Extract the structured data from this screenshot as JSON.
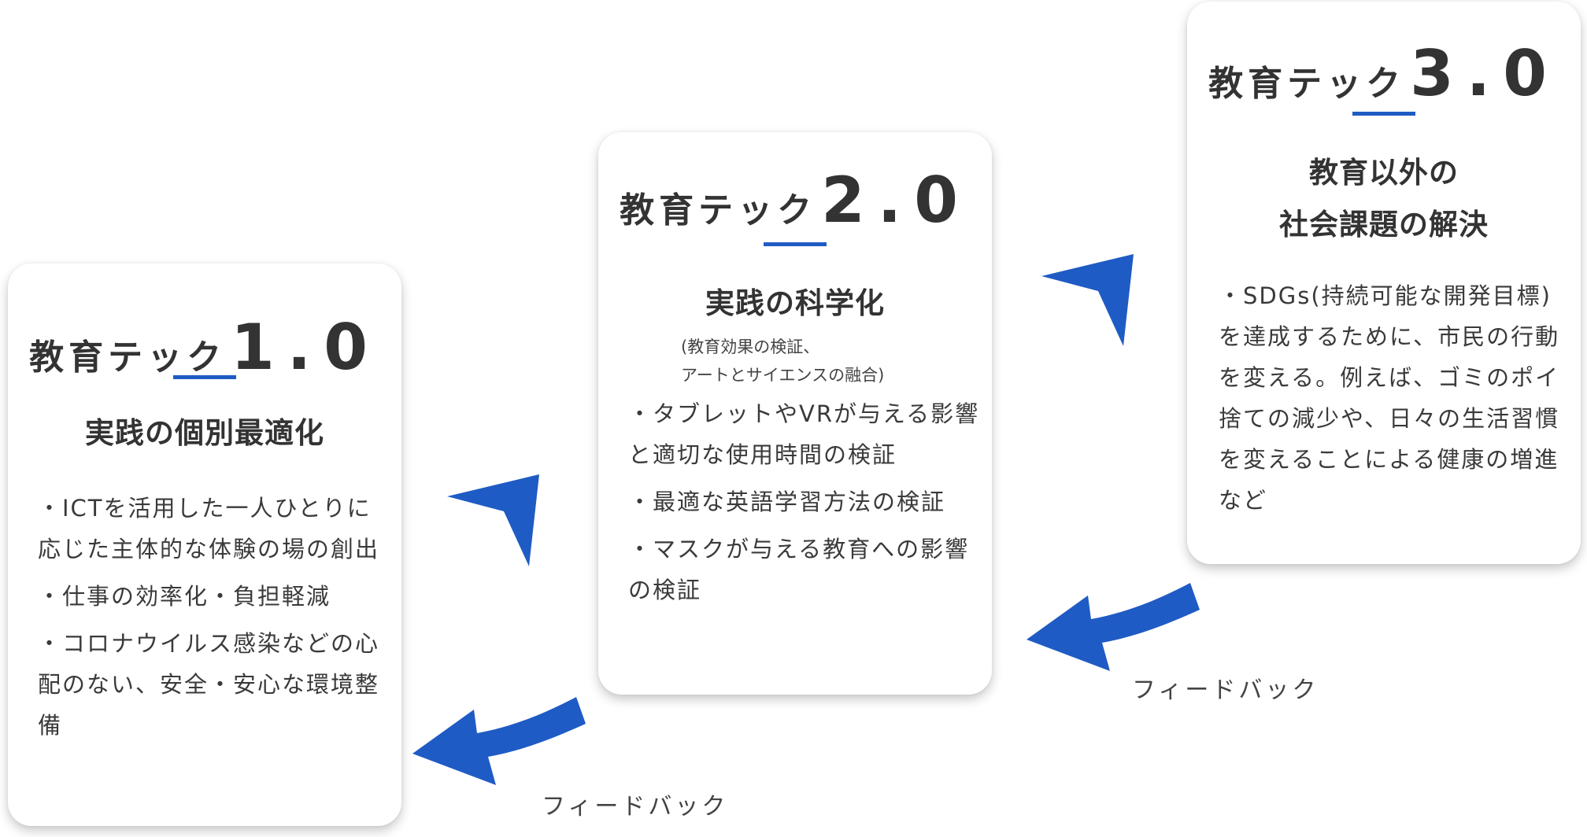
{
  "cards": [
    {
      "label": "教育テック",
      "version": "1.0",
      "subtitle": "実践の個別最適化",
      "note": "",
      "bullets": [
        "・ICTを活用した一人ひとりに応じた主体的な体験の場の創出",
        "・仕事の効率化・負担軽減",
        "・コロナウイルス感染などの心配のない、安全・安心な環境整備"
      ]
    },
    {
      "label": "教育テック",
      "version": "2.0",
      "subtitle": "実践の科学化",
      "note_line1": "(教育効果の検証、",
      "note_line2": "アートとサイエンスの融合)",
      "bullets": [
        "・タブレットやVRが与える影響と適切な使用時間の検証",
        "・最適な英語学習方法の検証",
        "・マスクが与える教育への影響の検証"
      ]
    },
    {
      "label": "教育テック",
      "version": "3.0",
      "subtitle_line1": "教育以外の",
      "subtitle_line2": "社会課題の解決",
      "bullets": [
        "・SDGs(持続可能な開発目標)を達成するために、市民の行動を変える。例えば、ゴミのポイ捨ての減少や、日々の生活習慣を変えることによる健康の増進など"
      ]
    }
  ],
  "feedback_labels": [
    "フィードバック",
    "フィードバック"
  ],
  "colors": {
    "accent": "#1f5bc4",
    "text": "#333333",
    "card_background": "#ffffff"
  },
  "icons": [
    "forward-arrow-icon",
    "forward-arrow-icon",
    "feedback-arrow-icon",
    "feedback-arrow-icon"
  ]
}
